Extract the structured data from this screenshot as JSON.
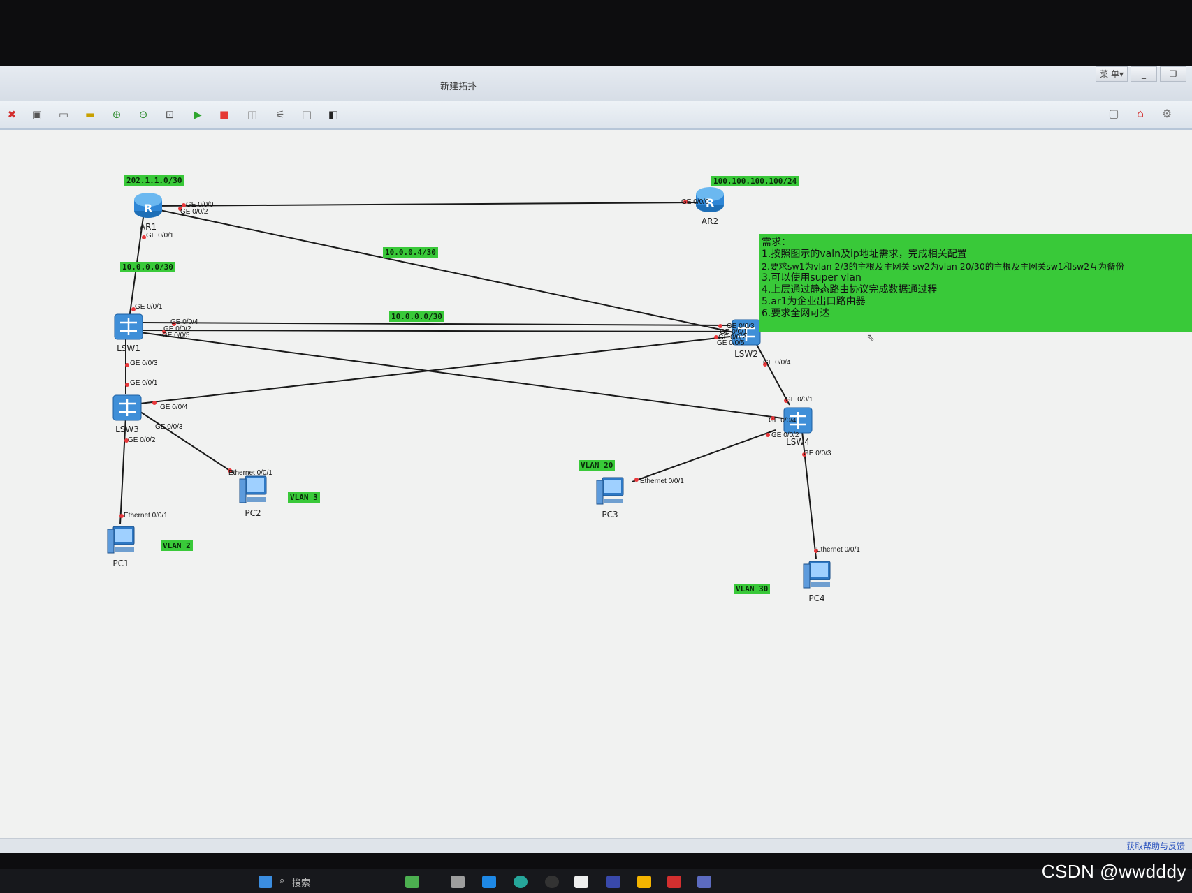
{
  "window": {
    "title": "新建拓扑",
    "controls": [
      "菜 单▾",
      "_",
      "❐"
    ]
  },
  "toolbar": {
    "icons": [
      "close-icon",
      "save-icon",
      "text-icon",
      "palette-icon",
      "zoom-in-icon",
      "zoom-out-icon",
      "fit-icon",
      "start-icon",
      "stop-icon",
      "capture-icon",
      "settings-icon",
      "blank-icon",
      "console-icon"
    ],
    "right_icons": [
      "chat-icon",
      "home-icon",
      "gear-icon"
    ]
  },
  "devices": [
    {
      "id": "AR1",
      "label": "AR1",
      "type": "router"
    },
    {
      "id": "AR2",
      "label": "AR2",
      "type": "router"
    },
    {
      "id": "LSW1",
      "label": "LSW1",
      "type": "switch"
    },
    {
      "id": "LSW2",
      "label": "LSW2",
      "type": "switch"
    },
    {
      "id": "LSW3",
      "label": "LSW3",
      "type": "switch"
    },
    {
      "id": "LSW4",
      "label": "LSW4",
      "type": "switch"
    },
    {
      "id": "PC1",
      "label": "PC1",
      "type": "pc"
    },
    {
      "id": "PC2",
      "label": "PC2",
      "type": "pc"
    },
    {
      "id": "PC3",
      "label": "PC3",
      "type": "pc"
    },
    {
      "id": "PC4",
      "label": "PC4",
      "type": "pc"
    }
  ],
  "ports": {
    "ar1_ge000": "GE 0/0/0",
    "ar1_ge002": "GE 0/0/2",
    "ar1_ge001": "GE 0/0/1",
    "ar2_ge000": "GE 0/0/0",
    "lsw1_ge001": "GE 0/0/1",
    "lsw1_ge004": "GE 0/0/4",
    "lsw1_ge002": "GE 0/0/2",
    "lsw1_ge005": "GE 0/0/5",
    "lsw1_ge003": "GE 0/0/3",
    "lsw2_ge003": "GE 0/0/3",
    "lsw2_ge001": "GE 0/0/1",
    "lsw2_ge002": "GE 0/0/2",
    "lsw2_ge005": "GE 0/0/5",
    "lsw2_ge004": "GE 0/0/4",
    "lsw3_ge001": "GE 0/0/1",
    "lsw3_ge004": "GE 0/0/4",
    "lsw3_ge003": "GE 0/0/3",
    "lsw3_ge002": "GE 0/0/2",
    "lsw4_ge001": "GE 0/0/1",
    "lsw4_ge004": "GE 0/0/4",
    "lsw4_ge002": "GE 0/0/2",
    "lsw4_ge003": "GE 0/0/3",
    "pc1_eth": "Ethernet 0/0/1",
    "pc2_eth": "Ethernet 0/0/1",
    "pc3_eth": "Ethernet 0/0/1",
    "pc4_eth": "Ethernet 0/0/1"
  },
  "network_labels": {
    "ar1_net": "202.1.1.0/30",
    "ar2_net": "100.100.100.100/24",
    "link_ar1_lsw2": "10.0.0.4/30",
    "link_ar1_lsw1": "10.0.0.0/30",
    "link_lsw1_lsw2": "10.0.0.0/30",
    "vlan2": "VLAN 2",
    "vlan3": "VLAN 3",
    "vlan20": "VLAN 20",
    "vlan30": "VLAN 30"
  },
  "requirements": {
    "heading": "需求：",
    "items": [
      "1.按照图示的valn及ip地址需求，完成相关配置",
      "2.要求sw1为vlan 2/3的主根及主网关 sw2为vlan 20/30的主根及主网关sw1和sw2互为备份",
      "3.可以使用super vlan",
      "4.上层通过静态路由协议完成数据通过程",
      "5.ar1为企业出口路由器",
      "6.要求全网可达"
    ]
  },
  "statusbar": {
    "help_link": "获取帮助与反馈"
  },
  "taskbar": {
    "search_label": "搜索"
  },
  "watermark": "CSDN @wwdddy",
  "colors": {
    "net_label_bg": "#39c939",
    "port_dot": "#e8383b",
    "link": "#1a1a1a"
  }
}
